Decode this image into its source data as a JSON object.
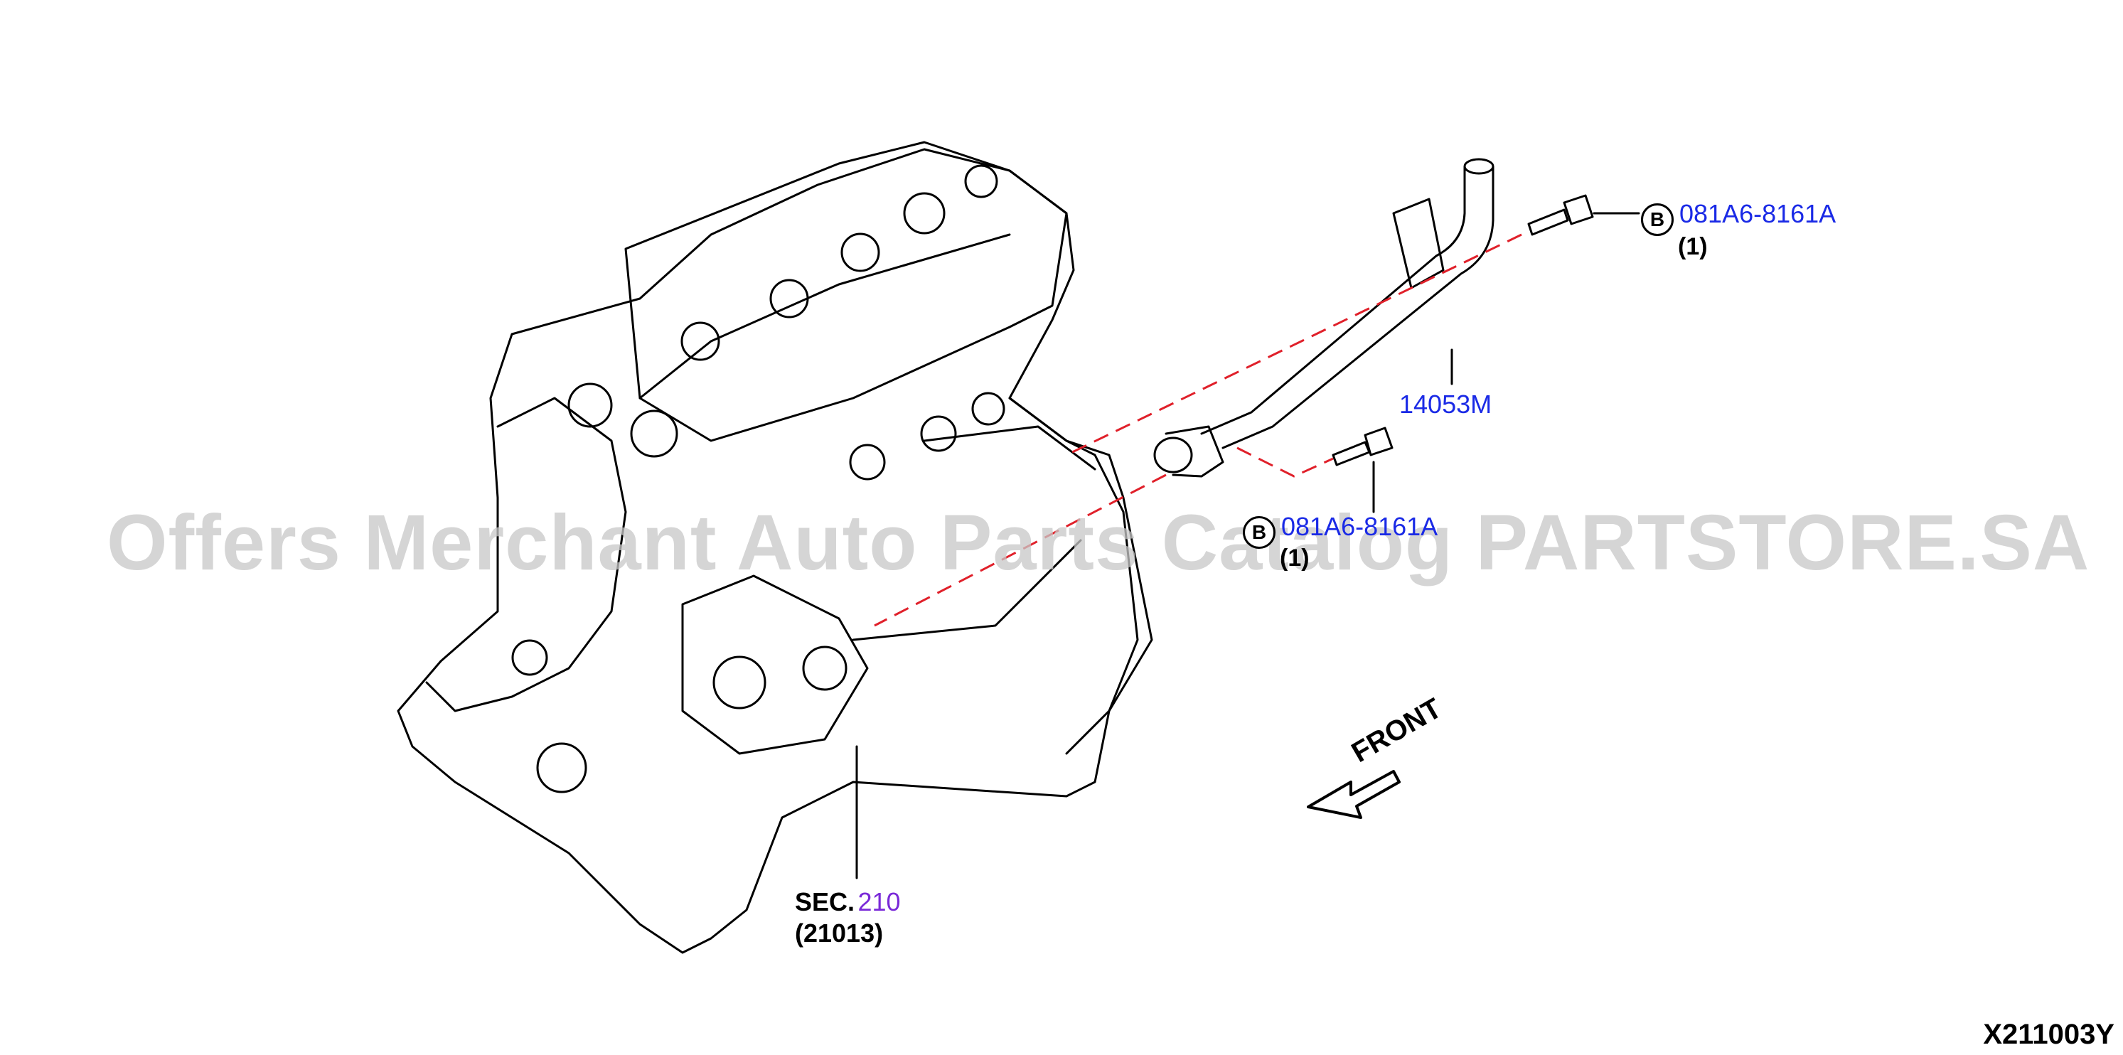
{
  "parts": {
    "bolt_upper": {
      "badge": "B",
      "part_no": "081A6-8161A",
      "qty": "(1)"
    },
    "pipe": {
      "part_no": "14053M"
    },
    "bolt_lower": {
      "badge": "B",
      "part_no": "081A6-8161A",
      "qty": "(1)"
    }
  },
  "section": {
    "prefix": "SEC.",
    "number": "210",
    "sub": "(21013)"
  },
  "orientation": {
    "label": "FRONT"
  },
  "watermark": "Offers Merchant Auto Parts Catalog PARTSTORE.SA",
  "diagram_code": "X211003Y",
  "colors": {
    "link": "#1a2ae6",
    "section_link": "#7a2ad8",
    "leader": "#e0202a",
    "watermark": "#c8c8c8"
  }
}
